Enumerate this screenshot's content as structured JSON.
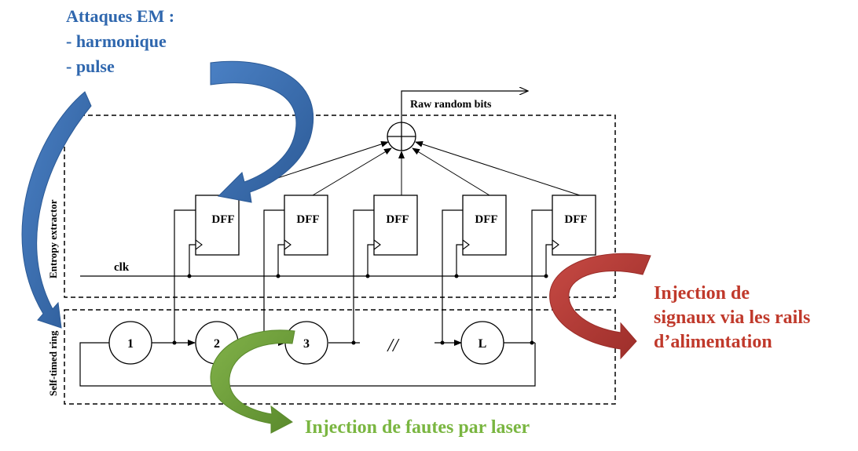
{
  "annotations": {
    "em_title": "Attaques EM :",
    "em_item_1": "- harmonique",
    "em_item_2": "- pulse",
    "injection_rails_line_1": "Injection de",
    "injection_rails_line_2": "signaux via les rails",
    "injection_rails_line_3": "d’alimentation",
    "laser": "Injection de fautes par laser"
  },
  "diagram": {
    "output_label": "Raw random bits",
    "extractor_label": "Entropy extractor",
    "ring_label": "Self-timed ring",
    "clk_label": "clk",
    "dff_label": "DFF",
    "stages": [
      "1",
      "2",
      "3",
      "L"
    ],
    "ellipsis": "//"
  },
  "colors": {
    "em_blue": "#3a6fb0",
    "laser_green": "#6a9a35",
    "rails_red": "#b13a35",
    "text_blue": "#2f67ae",
    "text_green": "#7ab641",
    "text_red": "#c0392b"
  }
}
